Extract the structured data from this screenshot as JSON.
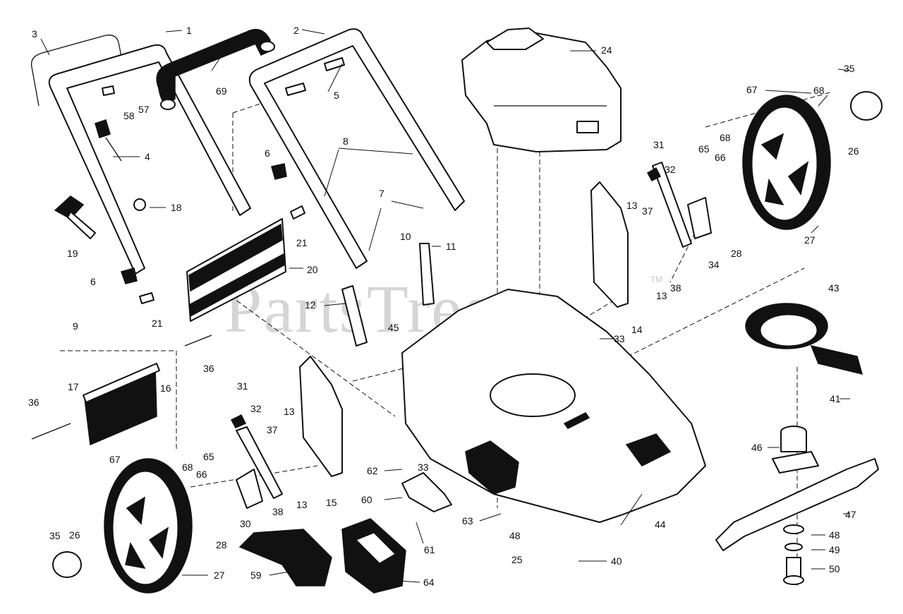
{
  "watermark": {
    "text": "PartsTree",
    "mark": "TM"
  },
  "callouts": [
    "1",
    "2",
    "3",
    "4",
    "5",
    "6",
    "6",
    "7",
    "8",
    "9",
    "10",
    "11",
    "12",
    "13",
    "13",
    "13",
    "13",
    "14",
    "15",
    "16",
    "17",
    "18",
    "19",
    "20",
    "21",
    "21",
    "24",
    "25",
    "26",
    "26",
    "27",
    "27",
    "28",
    "28",
    "30",
    "31",
    "31",
    "32",
    "32",
    "33",
    "33",
    "34",
    "35",
    "35",
    "36",
    "36",
    "37",
    "37",
    "38",
    "38",
    "40",
    "41",
    "43",
    "44",
    "45",
    "46",
    "47",
    "48",
    "48",
    "49",
    "50",
    "57",
    "58",
    "59",
    "60",
    "61",
    "62",
    "63",
    "64",
    "65",
    "65",
    "66",
    "66",
    "67",
    "67",
    "68",
    "68",
    "68",
    "69"
  ]
}
